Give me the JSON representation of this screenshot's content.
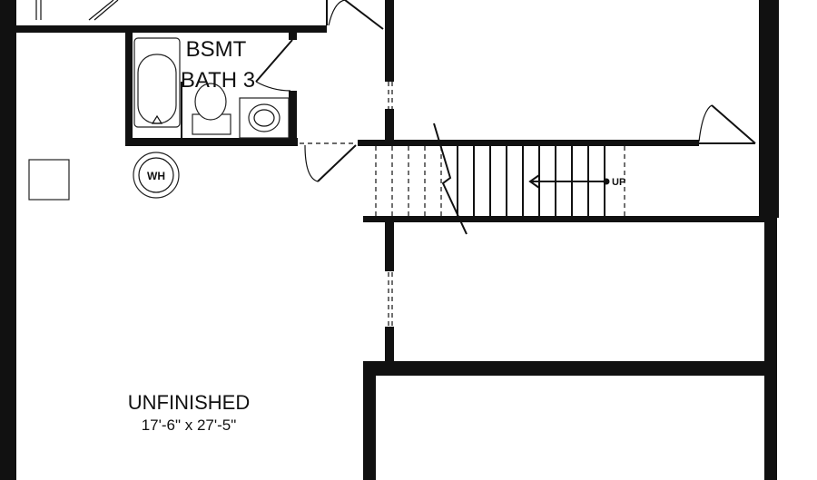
{
  "rooms": {
    "bath": {
      "name_line1": "BSMT",
      "name_line2": "BATH 3"
    },
    "unfinished": {
      "name": "UNFINISHED",
      "dimensions": "17'-6\" x 27'-5\""
    }
  },
  "fixtures": {
    "water_heater": "WH",
    "stairs": "UP"
  }
}
